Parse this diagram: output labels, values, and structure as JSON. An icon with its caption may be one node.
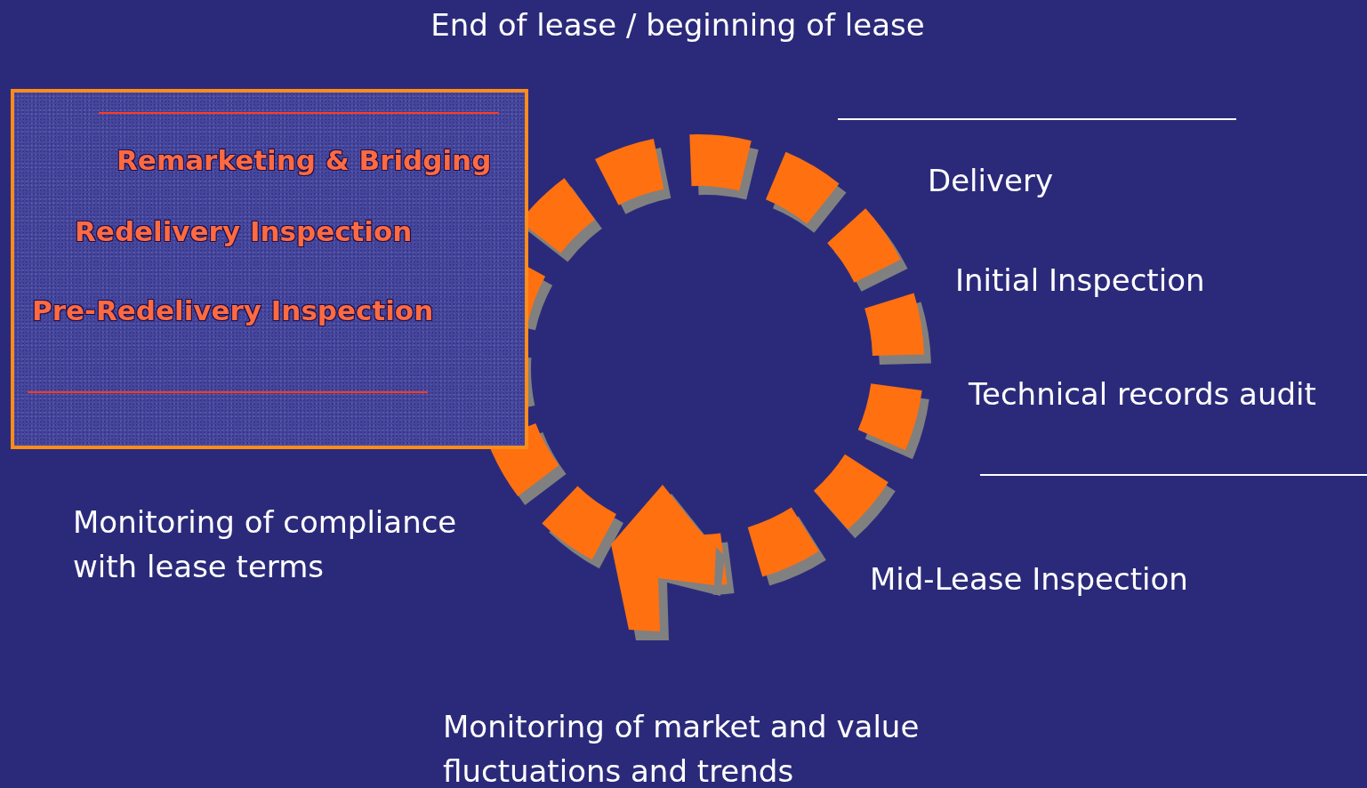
{
  "diagram": {
    "title": "End of lease / beginning of lease",
    "nodes": [
      {
        "text": [
          "Remarketing & Bridging",
          "Redelivery Inspection",
          "Pre-Redelivery Inspection"
        ]
      }
    ],
    "labels": [
      "Delivery",
      "Initial Inspection",
      "Technical records audit",
      "Monitoring of compliance with lease terms",
      "Mid-Lease Inspection",
      "Monitoring of market and value fluctuations and trends"
    ]
  }
}
